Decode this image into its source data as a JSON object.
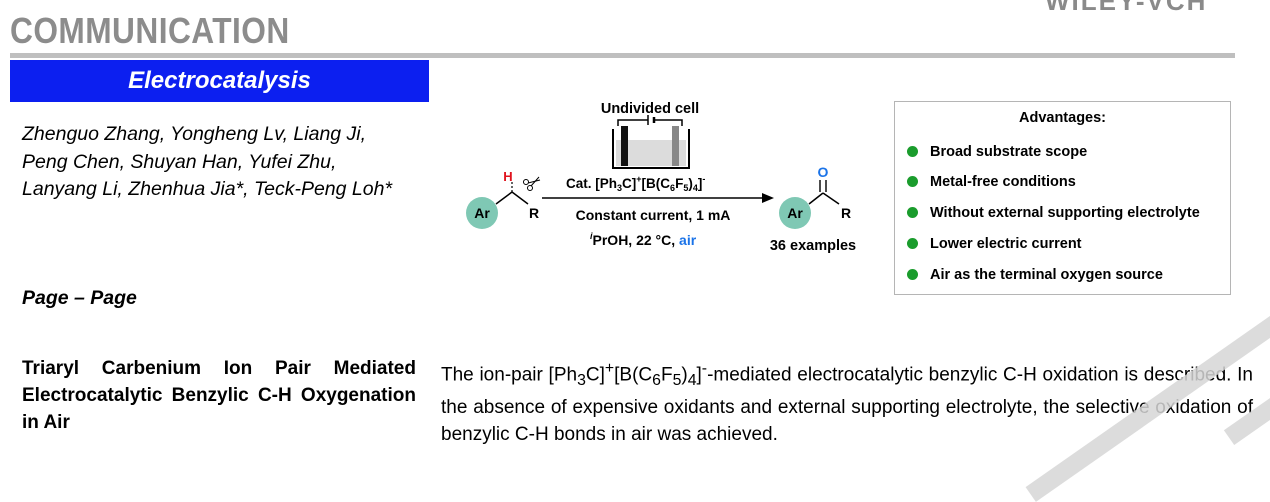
{
  "header": {
    "section": "COMMUNICATION",
    "publisher_logo": "WILEY-VCH"
  },
  "category": "Electrocatalysis",
  "authors": "Zhenguo Zhang, Yongheng Lv, Liang Ji, Peng Chen, Shuyan Han, Yufei Zhu, Lanyang Li, Zhenhua Jia*, Teck-Peng Loh*",
  "pages": "Page – Page",
  "article": {
    "title": "Triaryl Carbenium Ion Pair Mediated Electrocatalytic Benzylic C-H Oxygenation in Air",
    "abstract_parts": {
      "p1": "The ion-pair [Ph",
      "sub3": "3",
      "p2": "C]",
      "sup_plus": "+",
      "p3": "[B(C",
      "sub6": "6",
      "p4": "F",
      "sub5": "5",
      "p5": ")",
      "sub4": "4",
      "p6": "]",
      "sup_minus": "-",
      "p7": "-mediated electrocatalytic benzylic C-H oxidation is described. In the absence of expensive oxidants and external supporting electrolyte, the selective oxidation of benzylic C-H bonds in air was achieved."
    }
  },
  "scheme": {
    "cell_label": "Undivided cell",
    "substrate_h": "H",
    "ar_label": "Ar",
    "r_label": "R",
    "oxygen_label": "O",
    "catalyst_parts": {
      "pre": "Cat. [Ph",
      "s3": "3",
      "mid": "C]",
      "plus": "+",
      "mid2": "[B(C",
      "s6": "6",
      "f": "F",
      "s5": "5",
      "close": ")",
      "s4": "4",
      "end": "]",
      "minus": "-"
    },
    "condition_1": "Constant current, 1 mA",
    "condition_2_sup": "i",
    "condition_2_main": "PrOH, 22 °C, ",
    "condition_2_air": "air",
    "examples": "36 examples"
  },
  "advantages": {
    "title": "Advantages:",
    "items": [
      "Broad substrate scope",
      "Metal-free conditions",
      "Without external supporting electrolyte",
      "Lower electric current",
      "Air as the terminal oxygen source"
    ]
  },
  "colors": {
    "category_bg": "#0c1ff0",
    "ar_circle": "#7fc8b4",
    "hydrogen_red": "#e0141e",
    "oxygen_blue": "#1a73e8",
    "air_blue": "#1a73e8",
    "bullet_green": "#1a9c2c"
  }
}
